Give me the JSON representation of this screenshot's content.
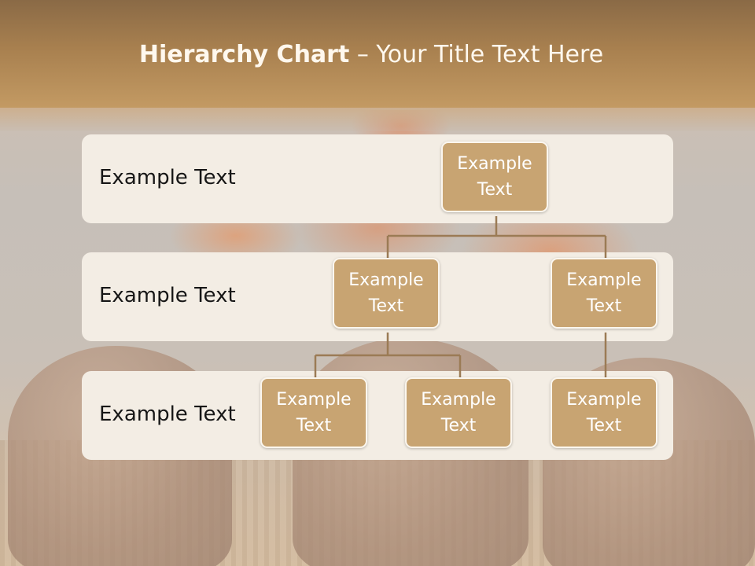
{
  "title": {
    "bold": "Hierarchy Chart",
    "rest": " – Your Title Text Here"
  },
  "rows": [
    {
      "label": "Example Text"
    },
    {
      "label": "Example Text"
    },
    {
      "label": "Example Text"
    }
  ],
  "nodes": {
    "root": "Example Text",
    "level2_left": "Example Text",
    "level2_right": "Example Text",
    "level3_left": "Example Text",
    "level3_middle": "Example Text",
    "level3_right": "Example Text"
  },
  "colors": {
    "node_fill": "#c8a472",
    "node_border": "#fbf6ee",
    "row_fill": "#f3ede4",
    "connector": "#9b7b55",
    "header": "#a8804f"
  }
}
